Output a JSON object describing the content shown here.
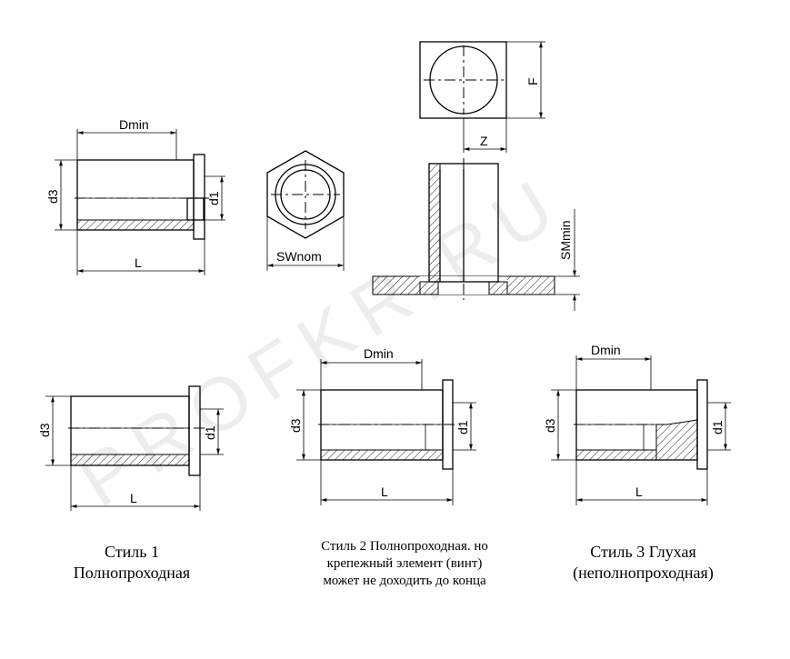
{
  "top_view": {
    "dim_dmin": "Dmin",
    "dim_d3": "d3",
    "dim_d1": "d1",
    "dim_l": "L"
  },
  "hex_view": {
    "dim_sw": "SWnom"
  },
  "install_view": {
    "dim_f": "F",
    "dim_z": "Z",
    "dim_sm": "SMmin"
  },
  "style1": {
    "dim_d3": "d3",
    "dim_d1": "d1",
    "dim_l": "L",
    "caption": [
      "Стиль 1",
      "Полнопроходная"
    ]
  },
  "style2": {
    "dim_dmin": "Dmin",
    "dim_d3": "d3",
    "dim_d1": "d1",
    "dim_l": "L",
    "caption": [
      "Стиль 2 Полнопроходная. но",
      "крепежный элемент (винт)",
      "может не доходить до конца"
    ]
  },
  "style3": {
    "dim_dmin": "Dmin",
    "dim_d3": "d3",
    "dim_d1": "d1",
    "dim_l": "L",
    "caption": [
      "Стиль 3 Глухая",
      "(неполнопроходная)"
    ]
  },
  "watermark": "PROFKR.RU"
}
